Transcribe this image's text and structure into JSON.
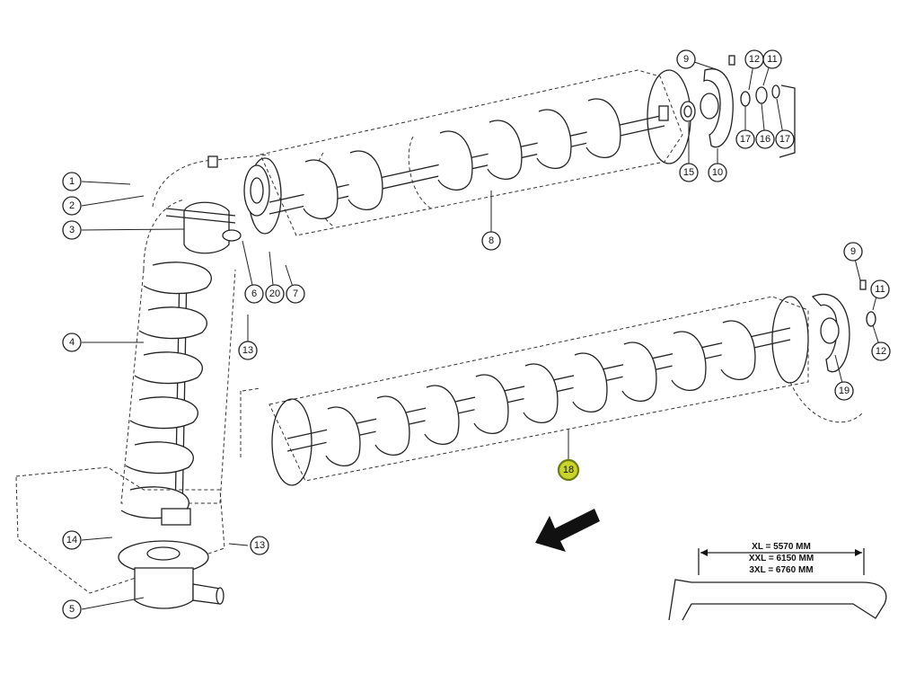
{
  "callouts": {
    "c1": "1",
    "c2": "2",
    "c3": "3",
    "c4": "4",
    "c5": "5",
    "c6": "6",
    "c7": "7",
    "c8": "8",
    "c9a": "9",
    "c9b": "9",
    "c10": "10",
    "c11a": "11",
    "c11b": "11",
    "c12a": "12",
    "c12b": "12",
    "c13a": "13",
    "c13b": "13",
    "c14": "14",
    "c15": "15",
    "c16": "16",
    "c17a": "17",
    "c17b": "17",
    "c18": "18",
    "c19": "19",
    "c20": "20"
  },
  "highlight_color": "#c8d42a",
  "dimension": {
    "xl": "XL = 5570 MM",
    "xxl": "XXL = 6150 MM",
    "xxxl": "3XL = 6760 MM"
  }
}
